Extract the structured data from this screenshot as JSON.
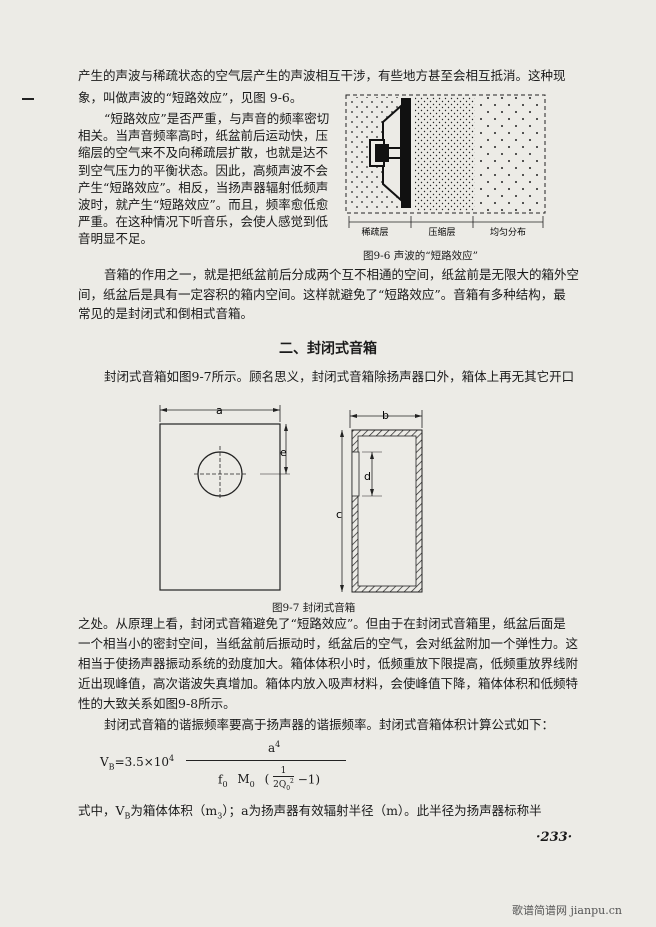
{
  "lines": {
    "l1": "产生的声波与稀疏状态的空气层产生的声波相互干涉，有些地方甚至会相互抵消。这种现",
    "l2": "象，叫做声波的“短路效应”，见图 9-6。",
    "left_para": "“短路效应”是否严重，与声音的频率密切相关。当声音频率高时，纸盆前后运动快，压缩层的空气来不及向稀疏层扩散，也就是达不到空气压力的平衡状态。因此，高频声波不会产生“短路效应”。相反，当扬声器辐射低频声波时，就产生“短路效应”。而且，频率愈低愈严重。在这种情况下听音乐，会使人感觉到低音明显不足。",
    "p3_1": "音箱的作用之一，就是把纸盆前后分成两个互不相通的空间，纸盆前是无限大的箱外空",
    "p3_2": "间，纸盆后是具有一定容积的箱内空间。这样就避免了“短路效应”。音箱有多种结构，最",
    "p3_3": "常见的是封闭式和倒相式音箱。",
    "heading": "二、封闭式音箱",
    "p4": "封闭式音箱如图9-7所示。顾名思义，封闭式音箱除扬声器口外，箱体上再无其它开口",
    "p5_1": "之处。从原理上看，封闭式音箱避免了“短路效应”。但由于在封闭式音箱里，纸盆后面是",
    "p5_2": "一个相当小的密封空间，当纸盆前后振动时，纸盆后的空气，会对纸盆附加一个弹性力。这",
    "p5_3": "相当于使扬声器振动系统的劲度加大。箱体体积小时，低频重放下限提高，低频重放界线附",
    "p5_4": "近出现峰值，高次谐波失真增加。箱体内放入吸声材料，会使峰值下降，箱体体积和低频特",
    "p5_5": "性的大致关系如图9-8所示。",
    "p6": "封闭式音箱的谐振频率要高于扬声器的谐振频率。封闭式音箱体积计算公式如下：",
    "formula_lhs": "V",
    "formula_lhs_sub": "B",
    "formula_eq": "=3.5×10",
    "formula_exp": "4",
    "formula_num": "a",
    "formula_num_exp": "4",
    "formula_den1": "f",
    "formula_den1_sub": "0",
    "formula_den2": "M",
    "formula_den2_sub": "0",
    "formula_den3": "(",
    "formula_frac_num": "1",
    "formula_frac_den": "2Q",
    "formula_frac_den_sub": "0",
    "formula_frac_den_exp": "2",
    "formula_den4": "−1)",
    "p7": "式中，V",
    "p7_sub": "B",
    "p7_rest": "为箱体体积（m",
    "p7_sub2": "3",
    "p7_rest2": "）；a为扬声器有效辐射半径（m）。此半径为扬声器标称半"
  },
  "fig96": {
    "caption": "图9-6  声波的“短路效应”",
    "label_sparse": "稀疏层",
    "label_compressed": "压缩层",
    "label_uniform": "均匀分布"
  },
  "fig97": {
    "caption": "图9-7   封闭式音箱",
    "dim_a": "a",
    "dim_b": "b",
    "dim_c": "c",
    "dim_d": "d",
    "dim_e": "e"
  },
  "page_number": "·233·",
  "watermark": "歌谱简谱网 jianpu.cn"
}
